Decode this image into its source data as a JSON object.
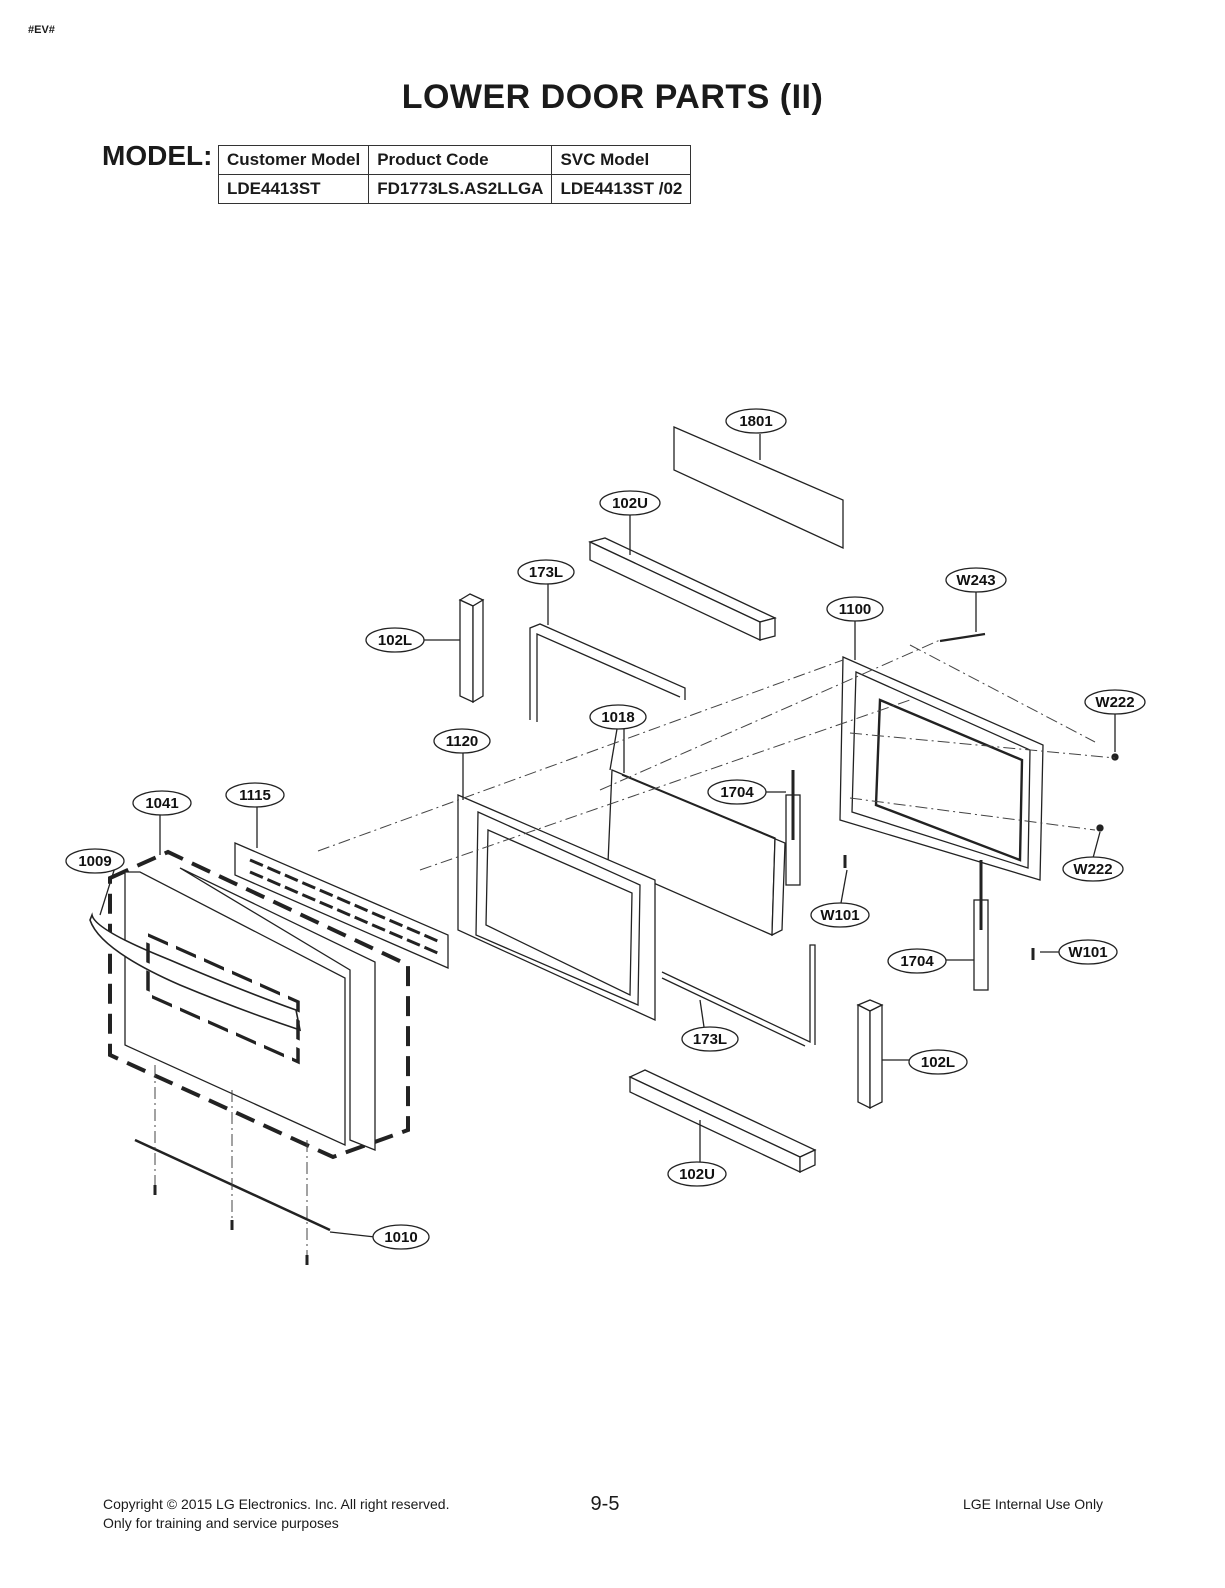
{
  "header": {
    "tag": "#EV#",
    "title": "LOWER DOOR PARTS (II)"
  },
  "model": {
    "label": "MODEL:",
    "columns": [
      "Customer Model",
      "Product Code",
      "SVC Model"
    ],
    "row": [
      "LDE4413ST",
      "FD1773LS.AS2LLGA",
      "LDE4413ST /02"
    ]
  },
  "callouts": {
    "c1801": "1801",
    "c102U_top": "102U",
    "c173L_top": "173L",
    "c102L_left": "102L",
    "cW243": "W243",
    "c1100": "1100",
    "cW222_top": "W222",
    "c1018": "1018",
    "c1120": "1120",
    "c1704_top": "1704",
    "c1041": "1041",
    "c1115": "1115",
    "c1009": "1009",
    "cW222_bottom": "W222",
    "cW101_left": "W101",
    "cW101_right": "W101",
    "c1704_bottom": "1704",
    "c173L_bottom": "173L",
    "c102L_right": "102L",
    "c102U_bottom": "102U",
    "c1010": "1010"
  },
  "footer": {
    "copyright": "Copyright © 2015 LG Electronics. Inc. All right reserved.",
    "purpose": "Only for training and service purposes",
    "page": "9-5",
    "internal": "LGE Internal Use Only"
  }
}
